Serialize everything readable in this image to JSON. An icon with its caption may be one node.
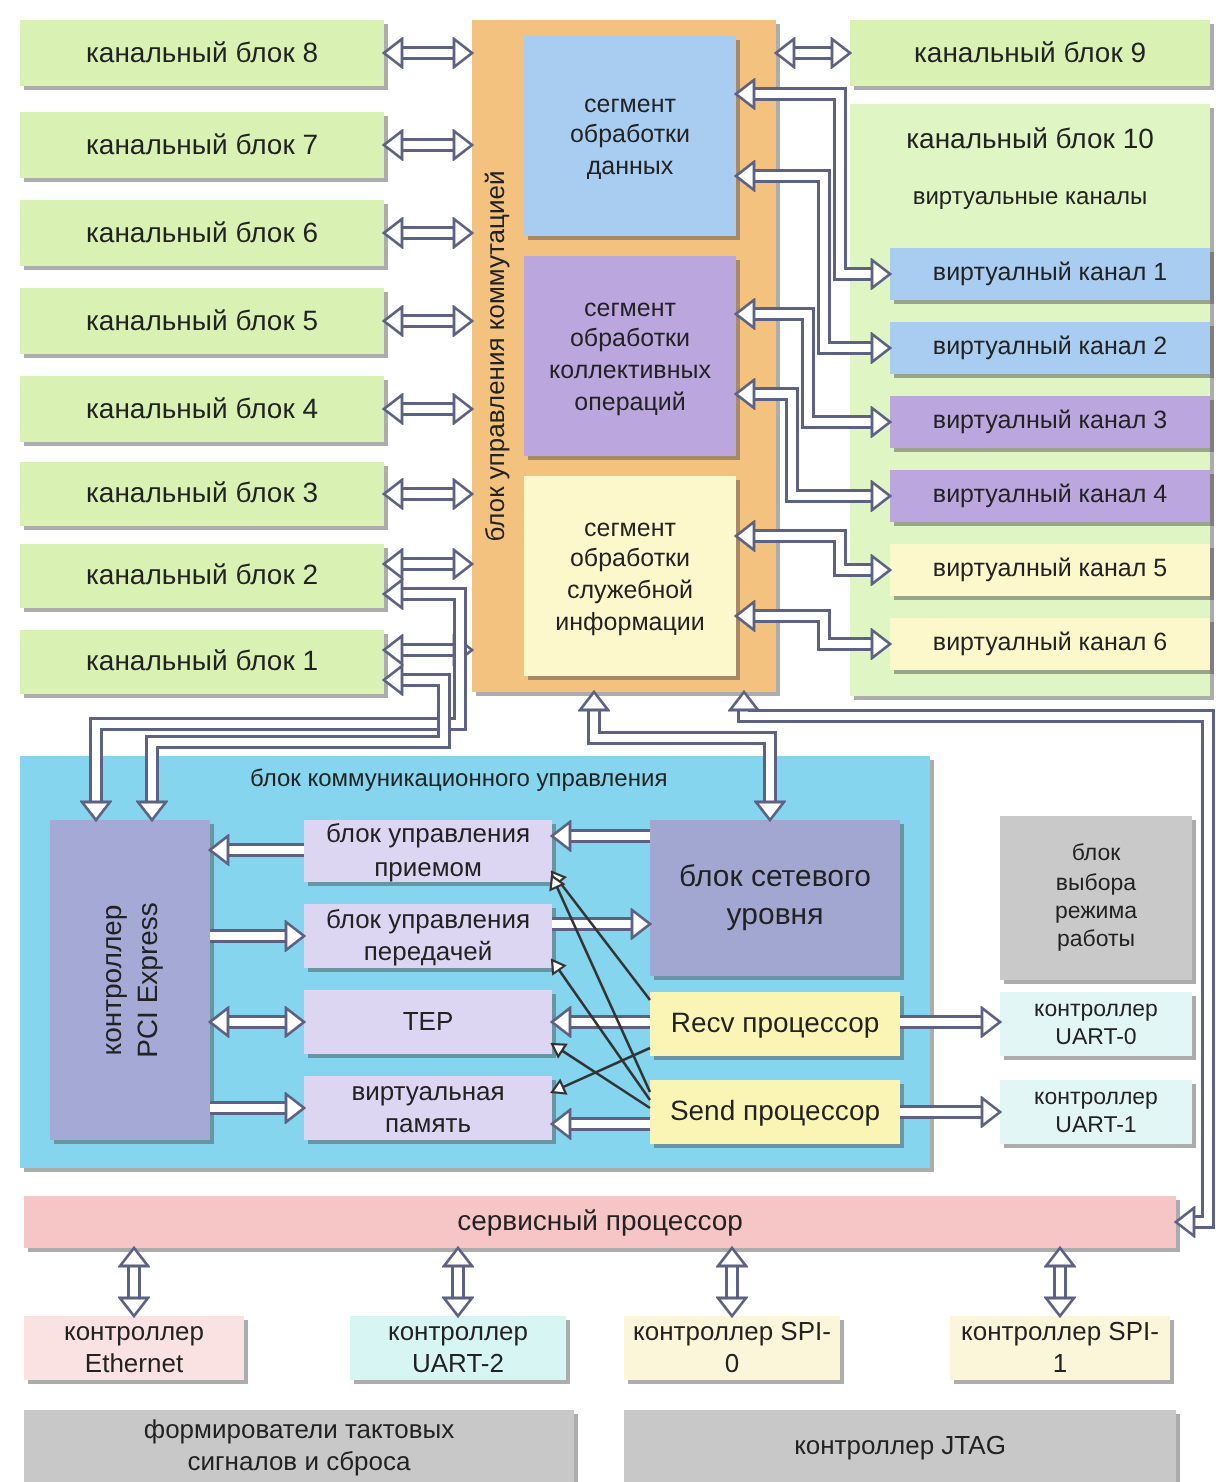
{
  "diagram": {
    "nodes": [
      {
        "text": [
          "канальный блок 8"
        ]
      },
      {
        "text": [
          "канальный блок 7"
        ]
      },
      {
        "text": [
          "канальный блок 6"
        ]
      },
      {
        "text": [
          "канальный блок 5"
        ]
      },
      {
        "text": [
          "канальный блок 4"
        ]
      },
      {
        "text": [
          "канальный блок 3"
        ]
      },
      {
        "text": [
          "канальный блок 2"
        ]
      },
      {
        "text": [
          "канальный блок 1"
        ]
      },
      {
        "text": [
          "блок управления коммутацией"
        ]
      },
      {
        "text": [
          "сегмент обработки данных"
        ],
        "in": 8
      },
      {
        "text": [
          "сегмент обработки коллективных операций"
        ],
        "in": 8
      },
      {
        "text": [
          "сегмент обработки служебной информации"
        ],
        "in": 8
      },
      {
        "text": [
          "канальный блок 9"
        ]
      },
      {
        "text": [
          "канальный блок 10",
          "виртуальные каналы"
        ]
      },
      {
        "text": [
          "виртуалный канал 1"
        ],
        "in": 13
      },
      {
        "text": [
          "виртуалный канал 2"
        ],
        "in": 13
      },
      {
        "text": [
          "виртуалный канал 3"
        ],
        "in": 13
      },
      {
        "text": [
          "виртуалный канал 4"
        ],
        "in": 13
      },
      {
        "text": [
          "виртуалный канал 5"
        ],
        "in": 13
      },
      {
        "text": [
          "виртуалный канал 6"
        ],
        "in": 13
      },
      {
        "text": [
          "блок коммуникационного управления"
        ]
      },
      {
        "text": [
          "контроллер PCI Express"
        ],
        "in": 20
      },
      {
        "text": [
          "блок управления приемом"
        ],
        "in": 20
      },
      {
        "text": [
          "блок управления передачей"
        ],
        "in": 20
      },
      {
        "text": [
          "TEP"
        ],
        "in": 20
      },
      {
        "text": [
          "виртуальная память"
        ],
        "in": 20
      },
      {
        "text": [
          "блок сетевого уровня"
        ],
        "in": 20
      },
      {
        "text": [
          "Recv процессор"
        ],
        "in": 20
      },
      {
        "text": [
          "Send процессор"
        ],
        "in": 20
      },
      {
        "text": [
          "блок выбора режима работы"
        ]
      },
      {
        "text": [
          "контроллер UART-0"
        ]
      },
      {
        "text": [
          "контроллер UART-1"
        ]
      },
      {
        "text": [
          "сервисный процессор"
        ]
      },
      {
        "text": [
          "контроллер Ethernet"
        ]
      },
      {
        "text": [
          "контроллер UART-2"
        ]
      },
      {
        "text": [
          "контроллер SPI-0"
        ]
      },
      {
        "text": [
          "контроллер SPI-1"
        ]
      },
      {
        "text": [
          "формирователи тактовых сигналов и сброса"
        ]
      },
      {
        "text": [
          "контроллер JTAG"
        ]
      }
    ],
    "edges": [
      {
        "from": 0,
        "to": 8,
        "arrow": "both"
      },
      {
        "from": 1,
        "to": 8,
        "arrow": "both"
      },
      {
        "from": 2,
        "to": 8,
        "arrow": "both"
      },
      {
        "from": 3,
        "to": 8,
        "arrow": "both"
      },
      {
        "from": 4,
        "to": 8,
        "arrow": "both"
      },
      {
        "from": 5,
        "to": 8,
        "arrow": "both"
      },
      {
        "from": 6,
        "to": 8,
        "arrow": "both"
      },
      {
        "from": 7,
        "to": 8,
        "arrow": "both"
      },
      {
        "from": 12,
        "to": 8,
        "arrow": "both"
      },
      {
        "from": 9,
        "to": 14,
        "arrow": "both"
      },
      {
        "from": 9,
        "to": 15,
        "arrow": "both"
      },
      {
        "from": 10,
        "to": 16,
        "arrow": "both"
      },
      {
        "from": 10,
        "to": 17,
        "arrow": "both"
      },
      {
        "from": 11,
        "to": 18,
        "arrow": "both"
      },
      {
        "from": 11,
        "to": 19,
        "arrow": "both"
      },
      {
        "from": 21,
        "to": 6,
        "arrow": "both"
      },
      {
        "from": 21,
        "to": 7,
        "arrow": "both"
      },
      {
        "from": 8,
        "to": 26,
        "arrow": "both"
      },
      {
        "from": 8,
        "to": 32,
        "arrow": "both"
      },
      {
        "from": 22,
        "to": 21,
        "arrow": "to"
      },
      {
        "from": 21,
        "to": 23,
        "arrow": "to"
      },
      {
        "from": 21,
        "to": 24,
        "arrow": "both"
      },
      {
        "from": 21,
        "to": 25,
        "arrow": "to"
      },
      {
        "from": 26,
        "to": 22,
        "arrow": "to"
      },
      {
        "from": 23,
        "to": 26,
        "arrow": "to"
      },
      {
        "from": 27,
        "to": 24,
        "arrow": "to"
      },
      {
        "from": 28,
        "to": 25,
        "arrow": "to"
      },
      {
        "from": 27,
        "to": 30,
        "arrow": "to"
      },
      {
        "from": 28,
        "to": 31,
        "arrow": "to"
      },
      {
        "from": 27,
        "to": 22,
        "arrow": "to"
      },
      {
        "from": 28,
        "to": 22,
        "arrow": "to"
      },
      {
        "from": 28,
        "to": 23,
        "arrow": "to"
      },
      {
        "from": 28,
        "to": 24,
        "arrow": "to"
      },
      {
        "from": 27,
        "to": 25,
        "arrow": "to"
      },
      {
        "from": 32,
        "to": 33,
        "arrow": "both"
      },
      {
        "from": 32,
        "to": 34,
        "arrow": "both"
      },
      {
        "from": 32,
        "to": 35,
        "arrow": "both"
      },
      {
        "from": 32,
        "to": 36,
        "arrow": "both"
      }
    ]
  }
}
